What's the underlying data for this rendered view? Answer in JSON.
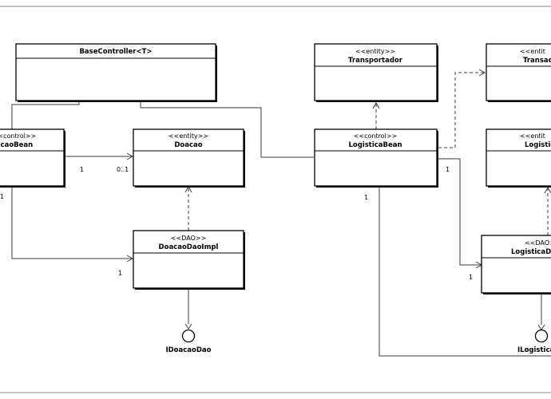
{
  "classes": {
    "base_controller": {
      "name": "BaseController<T>"
    },
    "doacao_bean": {
      "stereotype": "<<control>>",
      "name": "acaoBean"
    },
    "doacao": {
      "stereotype": "<<entity>>",
      "name": "Doacao"
    },
    "doacao_dao_impl": {
      "stereotype": "<<DAO>>",
      "name": "DoacaoDaoImpl"
    },
    "transportador": {
      "stereotype": "<<entity>>",
      "name": "Transportador"
    },
    "logistica_bean": {
      "stereotype": "<<control>>",
      "name": "LogisticaBean"
    },
    "transacao": {
      "stereotype": "<<entit",
      "name": "Transac"
    },
    "logistica": {
      "stereotype": "<<entit",
      "name": "Logistic"
    },
    "logistica_dao": {
      "stereotype": "<<DAO>",
      "name": "LogisticaDa"
    }
  },
  "interfaces": {
    "idoacao_dao": {
      "name": "IDoacaoDao"
    },
    "ilogistica_dao": {
      "name": "ILogistica"
    }
  },
  "multiplicities": {
    "bean_to_doacao_src": "1",
    "bean_to_doacao_dst": "0..1",
    "bean_left": "1",
    "bean_to_dao": "1",
    "logistica_bean_right": "1",
    "logistica_bean_down": "1",
    "logistica_dao_left": "1"
  }
}
